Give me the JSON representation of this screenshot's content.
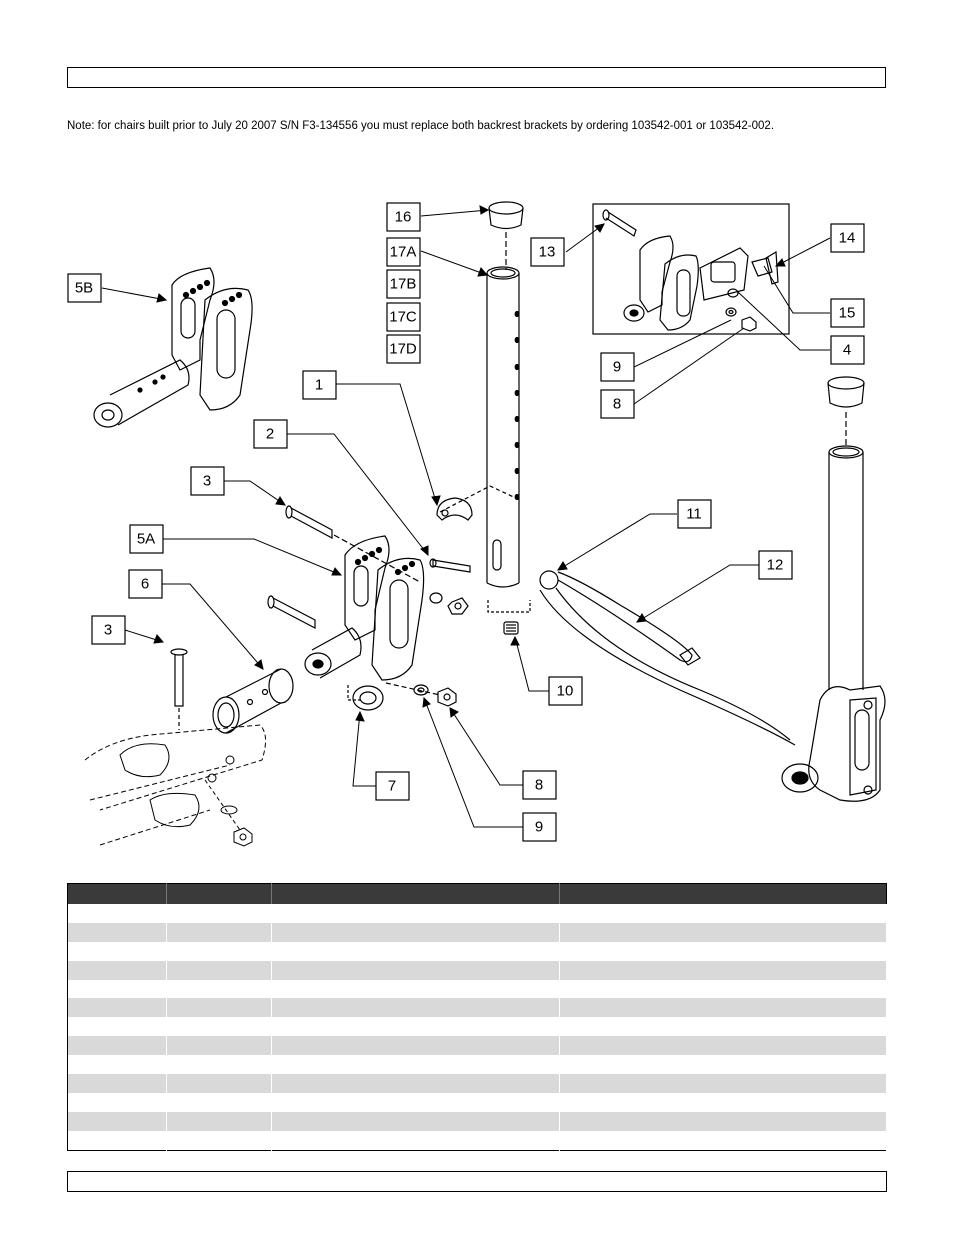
{
  "note": "Note: for chairs built prior to July 20 2007 S/N F3-134556 you must replace both backrest brackets by ordering 103542-001 or 103542-002.",
  "callouts": {
    "c16": "16",
    "c17a": "17A",
    "c17b": "17B",
    "c17c": "17C",
    "c17d": "17D",
    "c13": "13",
    "c14": "14",
    "c15": "15",
    "c4": "4",
    "c9a": "9",
    "c8a": "8",
    "c5b": "5B",
    "c1": "1",
    "c2": "2",
    "c3a": "3",
    "c5a": "5A",
    "c6": "6",
    "c3b": "3",
    "c11": "11",
    "c12": "12",
    "c10": "10",
    "c7": "7",
    "c8b": "8",
    "c9b": "9"
  },
  "table": {
    "rows": [
      [
        "",
        "",
        "",
        ""
      ],
      [
        "",
        "",
        "",
        ""
      ],
      [
        "",
        "",
        "",
        ""
      ],
      [
        "",
        "",
        "",
        ""
      ],
      [
        "",
        "",
        "",
        ""
      ],
      [
        "",
        "",
        "",
        ""
      ],
      [
        "",
        "",
        "",
        ""
      ],
      [
        "",
        "",
        "",
        ""
      ],
      [
        "",
        "",
        "",
        ""
      ],
      [
        "",
        "",
        "",
        ""
      ],
      [
        "",
        "",
        "",
        ""
      ],
      [
        "",
        "",
        "",
        ""
      ],
      [
        "",
        "",
        "",
        ""
      ]
    ]
  }
}
